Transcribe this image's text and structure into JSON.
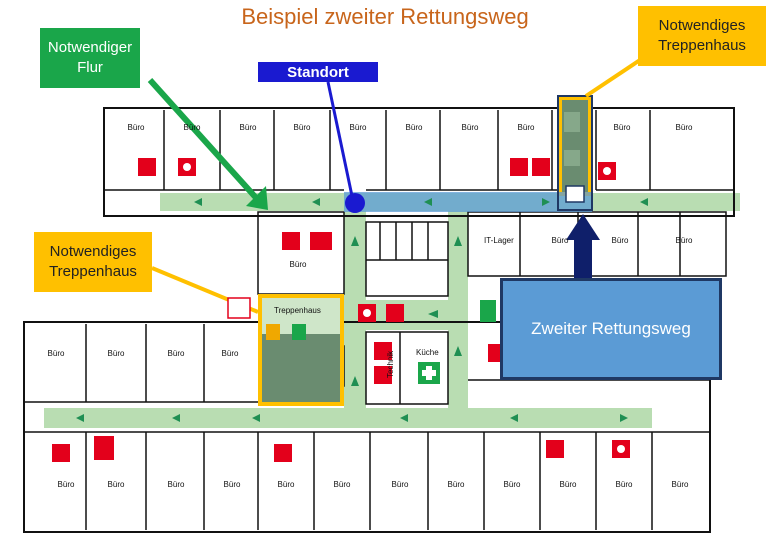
{
  "title": "Beispiel zweiter Rettungsweg",
  "callouts": {
    "flur": "Notwendiger Flur",
    "standort": "Standort",
    "treppenhaus_top": "Notwendiges Treppenhaus",
    "treppenhaus_left": "Notwendiges Treppenhaus",
    "zweiter": "Zweiter Rettungsweg"
  },
  "room_label": "Büro",
  "labels": {
    "it_lager": "IT-Lager",
    "treppenhaus": "Treppenhaus",
    "kueche": "Küche",
    "technik": "Technik"
  },
  "colors": {
    "corridor": "#b9ddb2",
    "arrow": "#1f8f53",
    "wall": "#111111",
    "standort": "#1a1ad0",
    "second_route": "#5b9bd5",
    "second_route_border": "#1f3864",
    "stair_border": "#ffc000",
    "safety_red": "#e3001b"
  }
}
